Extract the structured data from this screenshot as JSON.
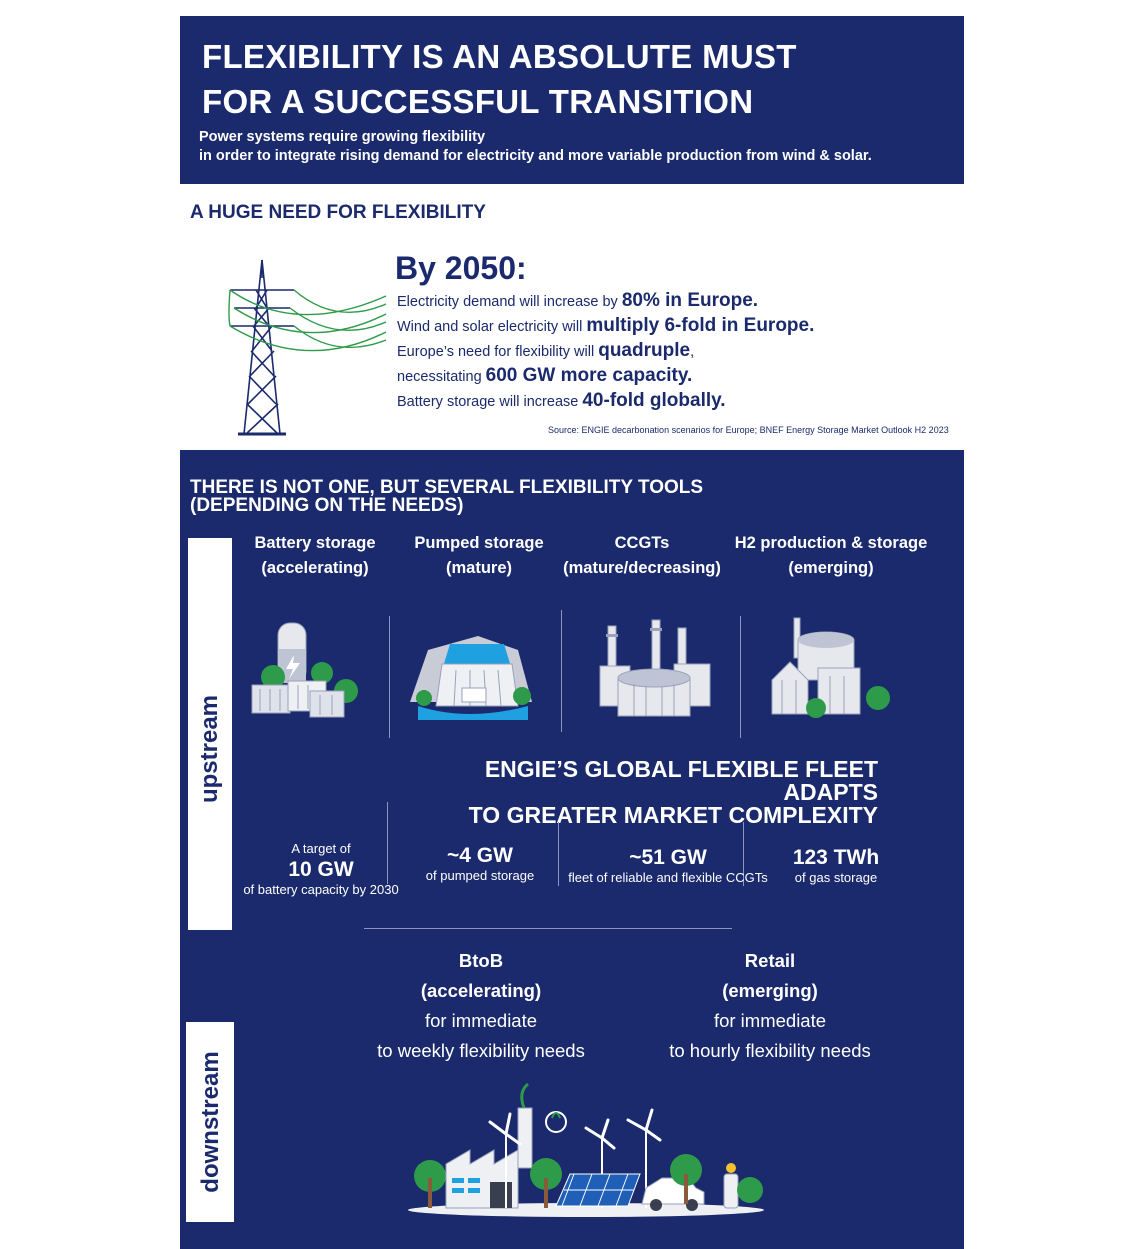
{
  "header": {
    "title_line1": "FLEXIBILITY IS AN ABSOLUTE MUST",
    "title_line2": "FOR A SUCCESSFUL TRANSITION",
    "subtitle_line1": "Power systems require growing flexibility",
    "subtitle_line2": "in order to integrate rising demand for electricity and more variable production from wind & solar."
  },
  "need": {
    "heading": "A HUGE NEED FOR FLEXIBILITY",
    "by_year": "By 2050:",
    "facts": [
      {
        "text": "Electricity demand will increase by ",
        "bold": "80% in Europe.",
        "tail": ""
      },
      {
        "text": "Wind and solar electricity will ",
        "bold": "multiply 6-fold in Europe.",
        "tail": ""
      },
      {
        "text": "Europe’s need for flexibility will ",
        "bold": "quadruple",
        "tail": ","
      },
      {
        "text": "necessitating ",
        "bold": "600 GW more capacity.",
        "tail": ""
      },
      {
        "text": "Battery storage will increase ",
        "bold": "40-fold globally.",
        "tail": ""
      }
    ],
    "source": "Source: ENGIE decarbonation scenarios for Europe; BNEF Energy Storage Market Outlook H2 2023"
  },
  "tools": {
    "heading_line1": "THERE IS NOT ONE, BUT SEVERAL FLEXIBILITY TOOLS",
    "heading_line2": "(DEPENDING ON THE NEEDS)",
    "upstream_label": "upstream",
    "downstream_label": "downstream",
    "columns": [
      {
        "name": "Battery storage",
        "status": "(accelerating)"
      },
      {
        "name": "Pumped storage",
        "status": "(mature)"
      },
      {
        "name": "CCGTs",
        "status": "(mature/decreasing)"
      },
      {
        "name": "H2 production & storage",
        "status": "(emerging)"
      }
    ],
    "icons": [
      "battery-storage-icon",
      "pumped-storage-dam-icon",
      "ccgt-plant-icon",
      "h2-plant-icon"
    ]
  },
  "fleet": {
    "heading_line1": "ENGIE’S GLOBAL FLEXIBLE FLEET ADAPTS",
    "heading_line2": "TO GREATER MARKET COMPLEXITY",
    "stats": [
      {
        "pre": "A target of",
        "value": "10 GW",
        "post": "of battery capacity by 2030"
      },
      {
        "pre": "",
        "value": "~4 GW",
        "post": "of pumped storage"
      },
      {
        "pre": "",
        "value": "~51 GW",
        "post": "fleet of reliable and flexible CCGTs"
      },
      {
        "pre": "",
        "value": "123 TWh",
        "post": "of gas storage"
      }
    ]
  },
  "downstream": {
    "btob": {
      "name": "BtoB",
      "status": "(accelerating)",
      "line1": "for immediate",
      "line2": "to weekly flexibility needs"
    },
    "retail": {
      "name": "Retail",
      "status": "(emerging)",
      "line1": "for immediate",
      "line2": "to hourly flexibility needs"
    }
  },
  "colors": {
    "navy": "#1a2a6c",
    "green": "#2e9b4a",
    "white": "#ffffff"
  }
}
